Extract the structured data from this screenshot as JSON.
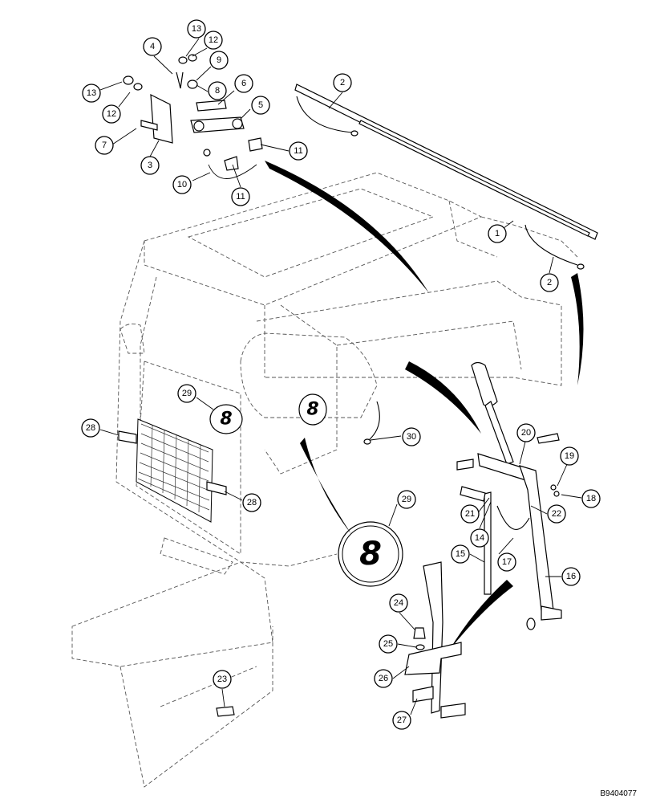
{
  "figure": {
    "code": "B9404077",
    "decal_digit": "8"
  },
  "callouts": [
    {
      "label": "1"
    },
    {
      "label": "2"
    },
    {
      "label": "2"
    },
    {
      "label": "3"
    },
    {
      "label": "4"
    },
    {
      "label": "5"
    },
    {
      "label": "6"
    },
    {
      "label": "7"
    },
    {
      "label": "8"
    },
    {
      "label": "9"
    },
    {
      "label": "10"
    },
    {
      "label": "11"
    },
    {
      "label": "11"
    },
    {
      "label": "12"
    },
    {
      "label": "12"
    },
    {
      "label": "13"
    },
    {
      "label": "13"
    },
    {
      "label": "14"
    },
    {
      "label": "15"
    },
    {
      "label": "16"
    },
    {
      "label": "17"
    },
    {
      "label": "18"
    },
    {
      "label": "19"
    },
    {
      "label": "20"
    },
    {
      "label": "21"
    },
    {
      "label": "22"
    },
    {
      "label": "23"
    },
    {
      "label": "24"
    },
    {
      "label": "25"
    },
    {
      "label": "26"
    },
    {
      "label": "27"
    },
    {
      "label": "28"
    },
    {
      "label": "28"
    },
    {
      "label": "29"
    },
    {
      "label": "29"
    },
    {
      "label": "30"
    }
  ]
}
